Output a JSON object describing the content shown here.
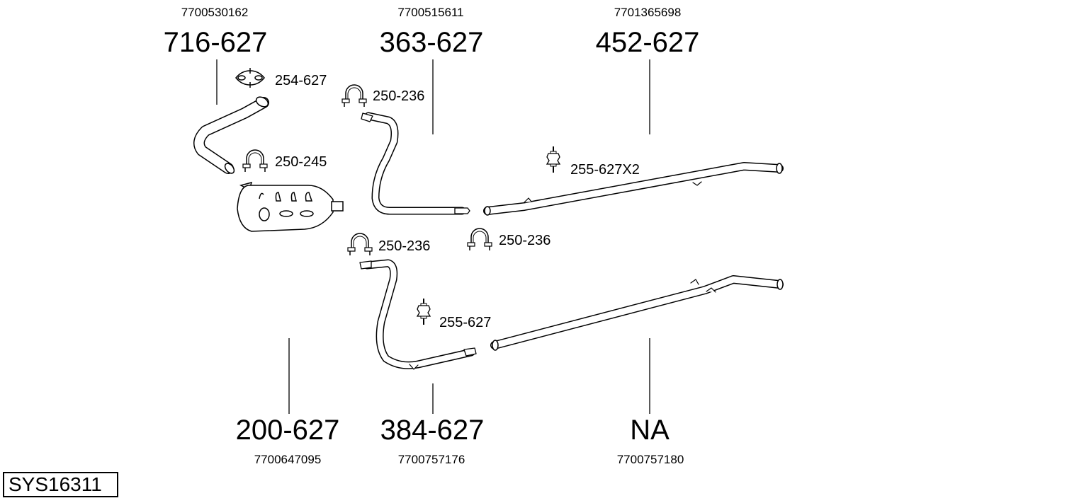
{
  "system_code": "SYS16311",
  "parts": [
    {
      "number": "716-627",
      "oem": "7700530162"
    },
    {
      "number": "363-627",
      "oem": "7700515611"
    },
    {
      "number": "452-627",
      "oem": "7701365698"
    },
    {
      "number": "200-627",
      "oem": "7700647095"
    },
    {
      "number": "384-627",
      "oem": "7700757176"
    },
    {
      "number": "NA",
      "oem": "7700757180"
    }
  ],
  "accessories": [
    {
      "label": "254-627",
      "icon": "clamp-flange-icon"
    },
    {
      "label": "250-236",
      "icon": "u-clamp-icon"
    },
    {
      "label": "250-245",
      "icon": "u-clamp-icon"
    },
    {
      "label": "255-627X2",
      "icon": "rubber-mount-icon"
    },
    {
      "label": "250-236",
      "icon": "u-clamp-icon"
    },
    {
      "label": "250-236",
      "icon": "u-clamp-icon"
    },
    {
      "label": "255-627",
      "icon": "rubber-mount-icon"
    }
  ]
}
